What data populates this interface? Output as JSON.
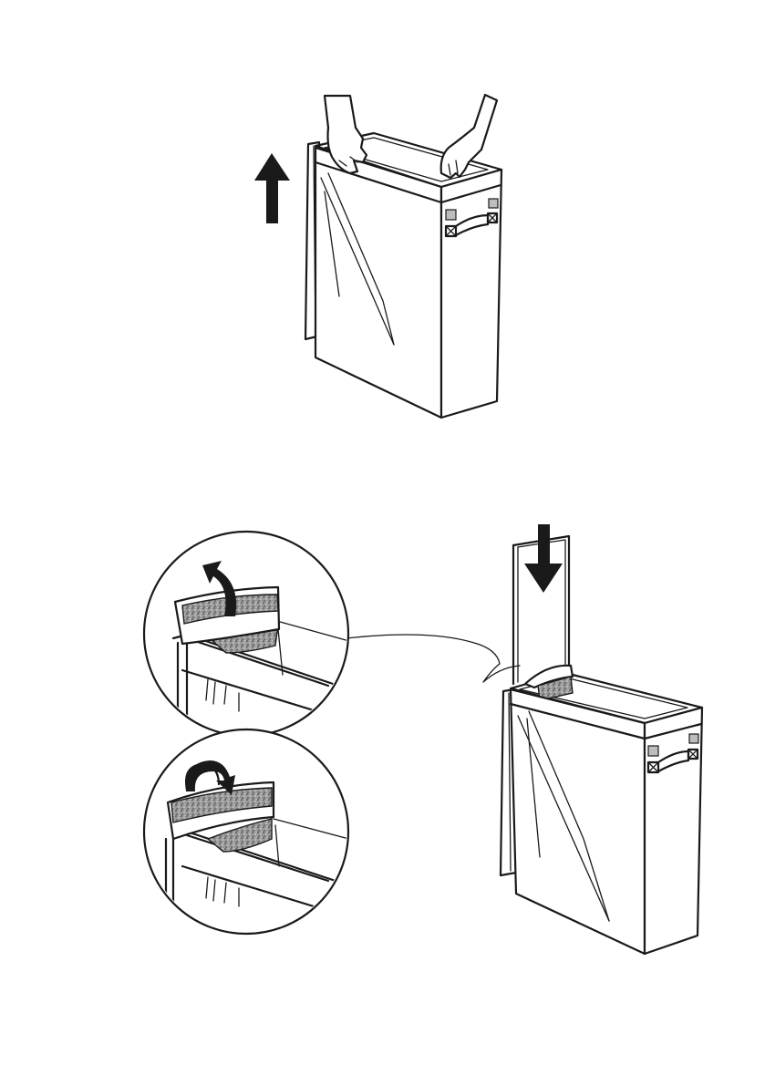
{
  "document": {
    "kind": "assembly-instruction-page",
    "steps": [
      {
        "id": "lift-bag",
        "arrow_direction": "up",
        "icons": [
          "hands-icon",
          "up-arrow-icon",
          "laundry-bag-icon",
          "handle-icon"
        ]
      },
      {
        "id": "insert-frame",
        "arrow_direction": "down",
        "icons": [
          "wire-frame-icon",
          "down-arrow-icon",
          "laundry-bag-icon",
          "handle-icon"
        ],
        "details": [
          {
            "id": "detail-open-flap",
            "arrow_direction": "up",
            "icons": [
              "flap-lift-arrow-icon",
              "velcro-strip-icon"
            ]
          },
          {
            "id": "detail-close-flap",
            "arrow_direction": "over",
            "icons": [
              "flap-fold-arrow-icon",
              "velcro-strip-icon"
            ]
          }
        ]
      }
    ],
    "colors": {
      "line": "#1a1a1a",
      "fill": "#ffffff",
      "velcro_patch": "#bdbdbd"
    }
  }
}
